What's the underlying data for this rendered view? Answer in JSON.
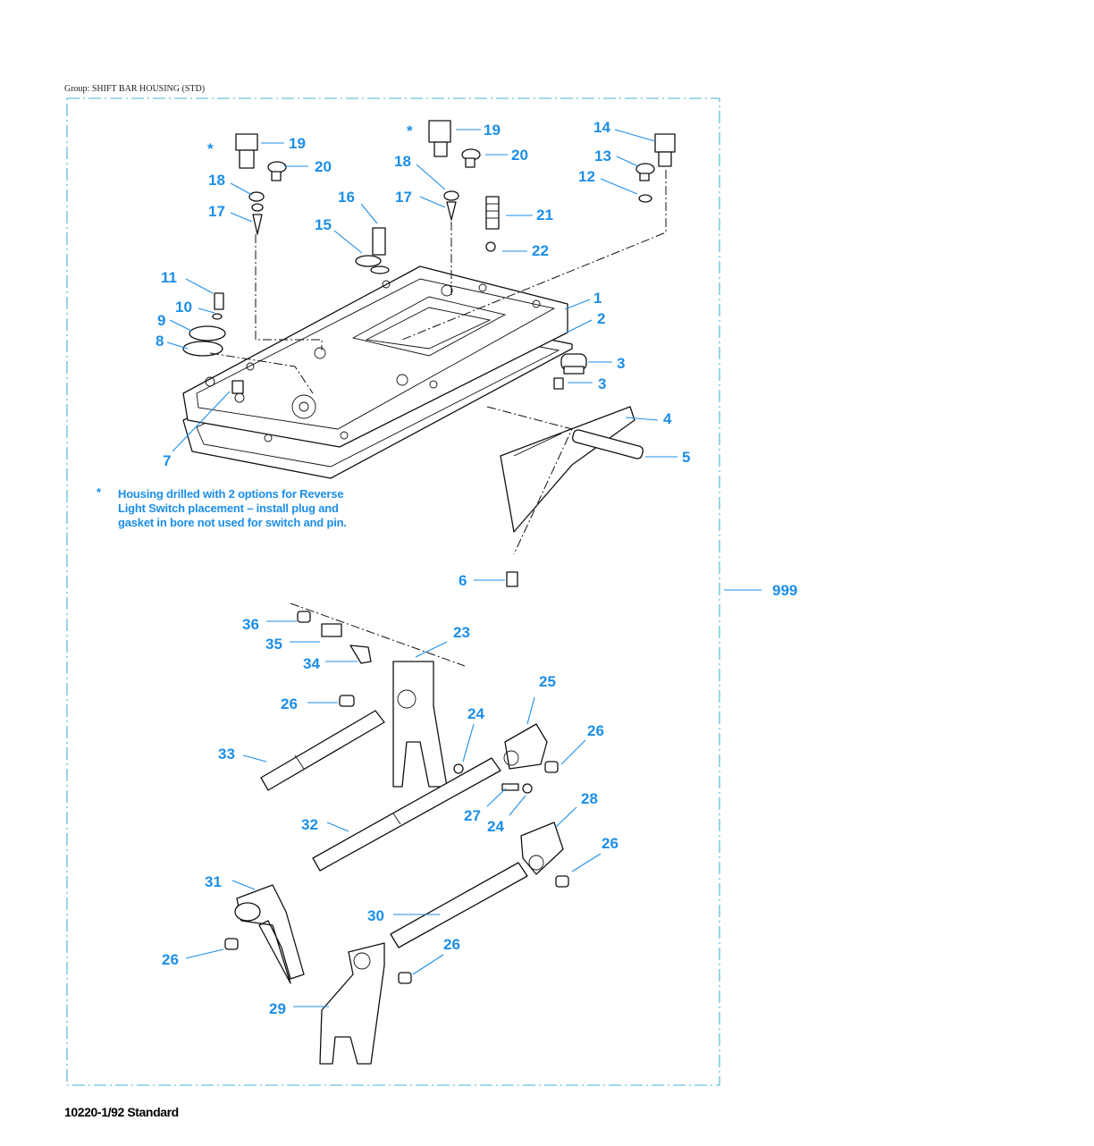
{
  "group_caption": "Group: SHIFT BAR HOUSING (STD)",
  "footer": "10220-1/92 Standard",
  "note": {
    "marker": "*",
    "text": "Housing drilled with 2 options for Reverse\nLight Switch placement – install plug and\ngasket in bore not used for switch and pin."
  },
  "asterisk": "*",
  "callouts": {
    "c1": "1",
    "c2": "2",
    "c3a": "3",
    "c3b": "3",
    "c4": "4",
    "c5": "5",
    "c6": "6",
    "c7": "7",
    "c8": "8",
    "c9": "9",
    "c10": "10",
    "c11": "11",
    "c12": "12",
    "c13": "13",
    "c14": "14",
    "c15": "15",
    "c16": "16",
    "c17a": "17",
    "c17b": "17",
    "c18a": "18",
    "c18b": "18",
    "c19a": "19",
    "c19b": "19",
    "c20a": "20",
    "c20b": "20",
    "c21": "21",
    "c22": "22",
    "c23": "23",
    "c24a": "24",
    "c24b": "24",
    "c25": "25",
    "c26a": "26",
    "c26b": "26",
    "c26c": "26",
    "c26d": "26",
    "c26e": "26",
    "c27": "27",
    "c28": "28",
    "c29": "29",
    "c30": "30",
    "c31": "31",
    "c32": "32",
    "c33": "33",
    "c34": "34",
    "c35": "35",
    "c36": "36",
    "c999": "999"
  }
}
